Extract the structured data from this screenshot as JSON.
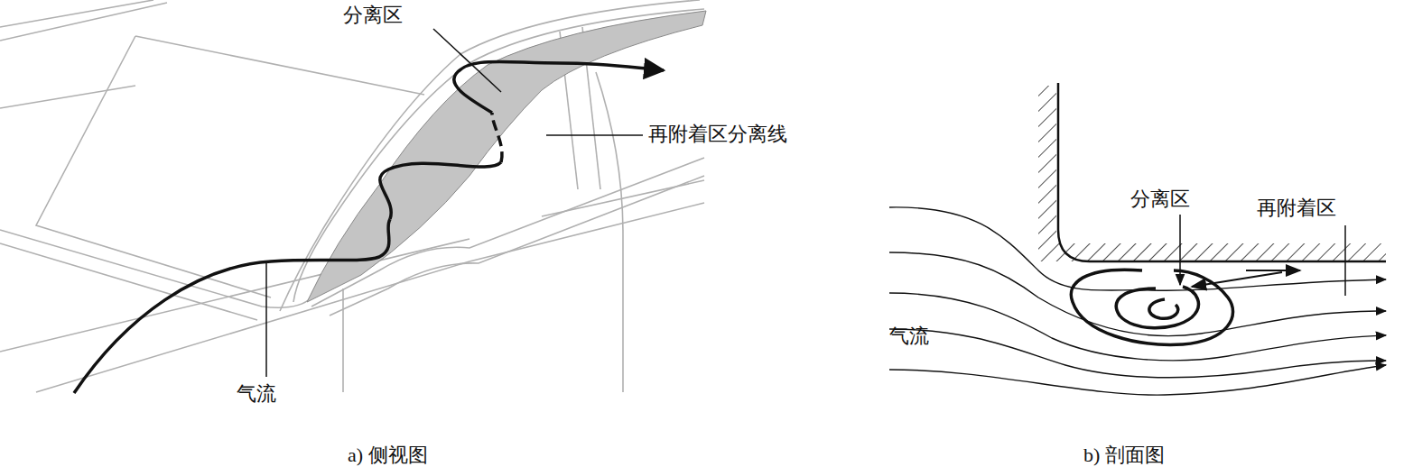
{
  "diagram": {
    "labels": [
      "分离区",
      "再附着区分离线",
      "气流",
      "a) 侧视图",
      "分离区",
      "再附着区",
      "气流",
      "b) 剖面图"
    ]
  }
}
